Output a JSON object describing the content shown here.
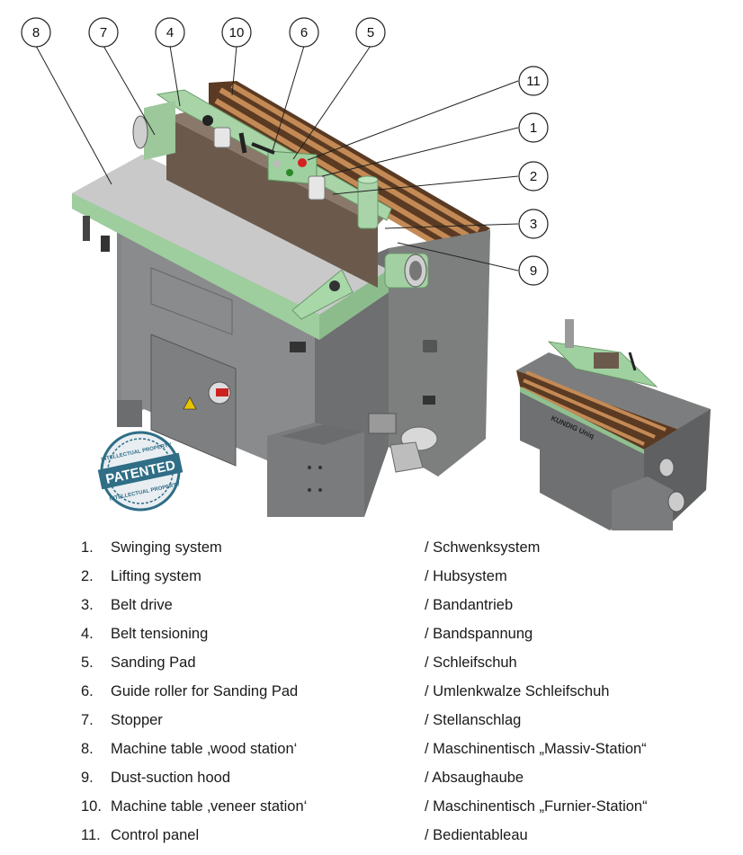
{
  "callouts": {
    "c1": "1",
    "c2": "2",
    "c3": "3",
    "c4": "4",
    "c5": "5",
    "c6": "6",
    "c7": "7",
    "c8": "8",
    "c9": "9",
    "c10": "10",
    "c11": "11"
  },
  "seal": {
    "main": "PATENTED",
    "ring_top": "INTELLECTUAL PROPERTY",
    "ring_bottom": "INTELLECTUAL PROPERTY"
  },
  "small_machine": {
    "brand": "KUNDIG Uniq"
  },
  "legend": [
    {
      "num": "1.",
      "en": "Swinging system",
      "de": "/ Schwenksystem"
    },
    {
      "num": "2.",
      "en": "Lifting system",
      "de": "/ Hubsystem"
    },
    {
      "num": "3.",
      "en": "Belt drive",
      "de": "/ Bandantrieb"
    },
    {
      "num": "4.",
      "en": "Belt tensioning",
      "de": "/ Bandspannung"
    },
    {
      "num": "5.",
      "en": "Sanding Pad",
      "de": "/ Schleifschuh"
    },
    {
      "num": "6.",
      "en": "Guide roller for Sanding Pad",
      "de": "/ Umlenkwalze Schleifschuh"
    },
    {
      "num": "7.",
      "en": "Stopper",
      "de": "/ Stellanschlag"
    },
    {
      "num": "8.",
      "en": "Machine table ‚wood station‘",
      "de": "/ Maschinentisch „Massiv-Station“"
    },
    {
      "num": "9.",
      "en": "Dust-suction hood",
      "de": "/ Absaughaube"
    },
    {
      "num": "10.",
      "en": "Machine table ‚veneer station‘",
      "de": "/ Maschinentisch „Furnier-Station“"
    },
    {
      "num": "11.",
      "en": "Control panel",
      "de": "/ Bedientableau"
    }
  ]
}
